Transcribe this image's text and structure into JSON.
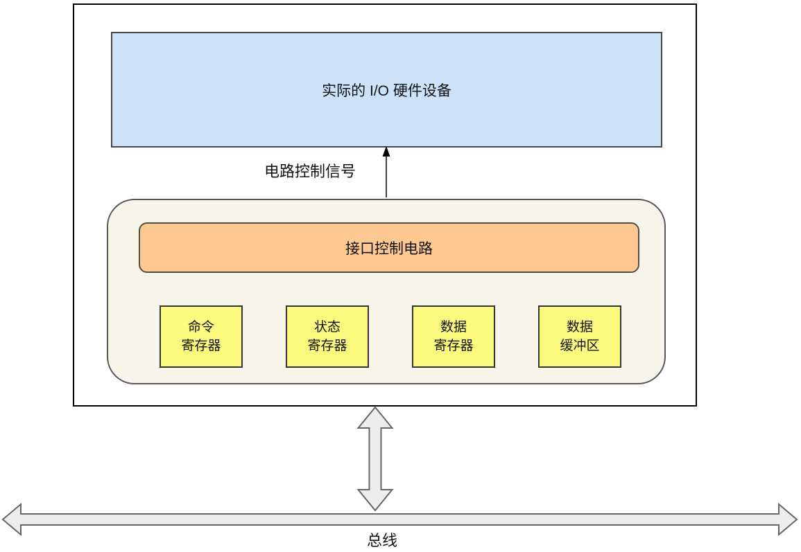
{
  "diagram": {
    "title_hint": "I/O device controller interface diagram",
    "device_box": {
      "label": "实际的 I/O 硬件设备",
      "fill": "#cce2f9"
    },
    "control_signal": {
      "label": "电路控制信号"
    },
    "interface_container": {
      "fill": "#f7f4ea",
      "control_circuit": {
        "label": "接口控制电路",
        "fill": "#fec991"
      },
      "registers": [
        {
          "line1": "命令",
          "line2": "寄存器"
        },
        {
          "line1": "状态",
          "line2": "寄存器"
        },
        {
          "line1": "数据",
          "line2": "寄存器"
        },
        {
          "line1": "数据",
          "line2": "缓冲区"
        }
      ],
      "register_fill": "#fbf97e"
    },
    "bus": {
      "label": "总线",
      "arrow_fill": "#ededed",
      "arrow_stroke": "#666666"
    }
  }
}
